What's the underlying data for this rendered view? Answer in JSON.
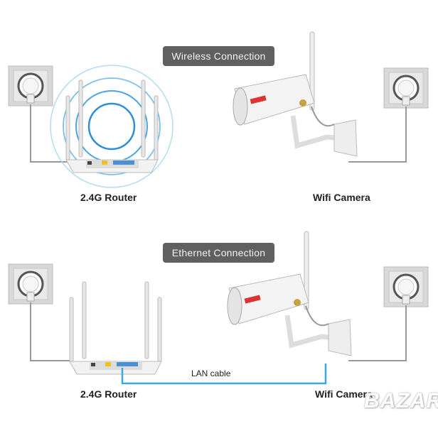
{
  "wireless": {
    "title": "Wireless Connection",
    "router_label": "2.4G Router",
    "camera_label": "Wifi Camera"
  },
  "ethernet": {
    "title": "Ethernet Connection",
    "router_label": "2.4G Router",
    "camera_label": "Wifi Camera",
    "cable_label": "LAN cable"
  },
  "watermark": "BAZAR",
  "colors": {
    "signal": "#3aa0e0",
    "cable": "#3aa7e6",
    "tag_bg": "#606060"
  }
}
